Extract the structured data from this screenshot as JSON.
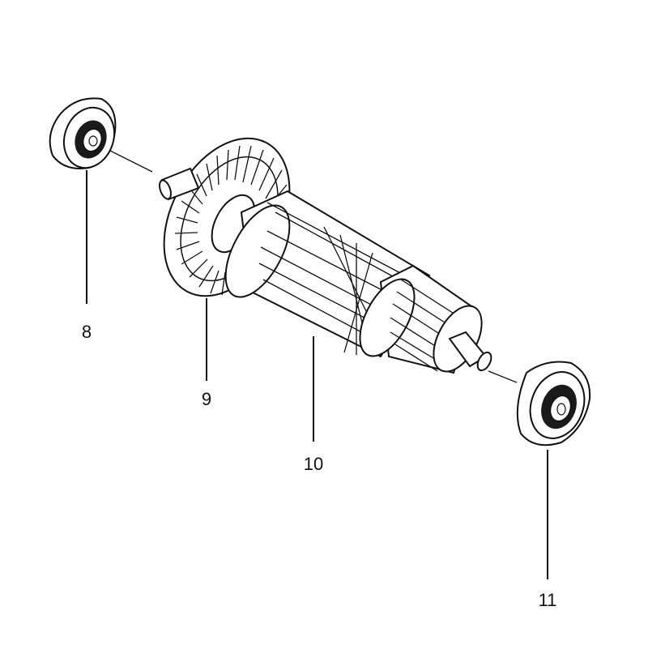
{
  "diagram": {
    "labels": [
      {
        "id": "bearing-left",
        "text": "8"
      },
      {
        "id": "fan",
        "text": "9"
      },
      {
        "id": "armature",
        "text": "10"
      },
      {
        "id": "bearing-right",
        "text": "11"
      }
    ]
  }
}
